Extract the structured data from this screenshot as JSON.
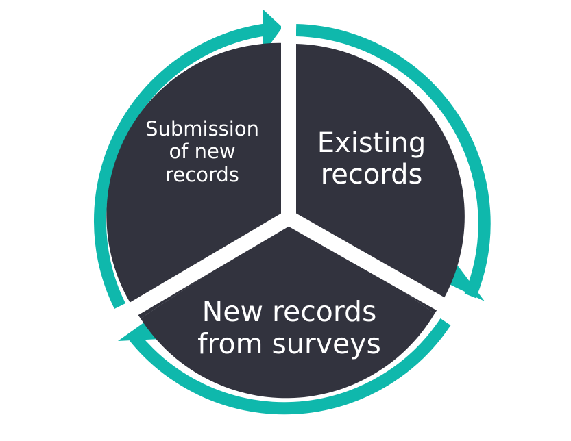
{
  "colors": {
    "segment": "#32333e",
    "arrow": "#0fb8ac",
    "gap": "#ffffff",
    "text": "#ffffff"
  },
  "segments": [
    {
      "label": "Submission\nof new\nrecords"
    },
    {
      "label": "Existing\nrecords"
    },
    {
      "label": "New records\nfrom surveys"
    }
  ]
}
